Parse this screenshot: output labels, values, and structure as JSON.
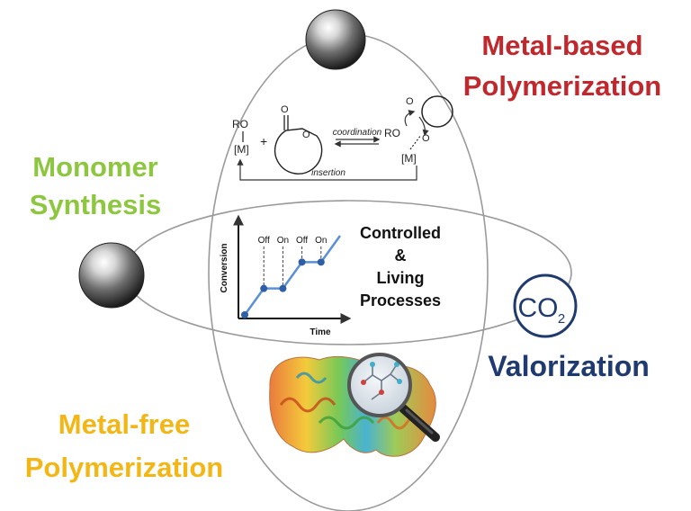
{
  "labels": {
    "metal_based_line1": "Metal-based",
    "metal_based_line2": "Polymerization",
    "monomer_line1": "Monomer",
    "monomer_line2": "Synthesis",
    "metal_free_line1": "Metal-free",
    "metal_free_line2": "Polymerization",
    "valorization": "Valorization",
    "co2_main": "CO",
    "co2_sub": "2"
  },
  "scheme": {
    "ro_left": "RO",
    "m_left": "[M]",
    "plus": "+",
    "carbonyl_o": "O",
    "ring_o": "O",
    "coordination": "coordination",
    "insertion": "insertion",
    "ro_right": "RO",
    "m_right": "[M]",
    "right_o_top": "O",
    "right_o_ring": "O"
  },
  "processes": {
    "line1": "Controlled",
    "line2": "&",
    "line3": "Living",
    "line4": "Processes"
  },
  "colors": {
    "metal_based": "#c0282d",
    "monomer": "#8dc63f",
    "metal_free": "#f2b617",
    "valorization": "#1f3a6e",
    "plot_line": "#5b8fd6",
    "plot_marker": "#2e5ea8",
    "ellipse": "#9a9a9a"
  },
  "chart_data": {
    "type": "line",
    "xlabel": "Time",
    "ylabel": "Conversion",
    "annotations": [
      "Off",
      "On",
      "Off",
      "On"
    ],
    "x": [
      0,
      1,
      2,
      3,
      4,
      5
    ],
    "values": [
      0,
      1,
      1,
      2,
      2,
      3
    ]
  }
}
